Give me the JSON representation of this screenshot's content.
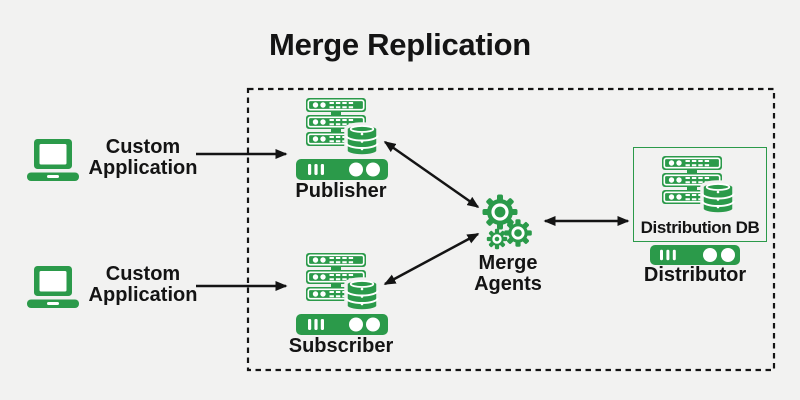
{
  "title": "Merge Replication",
  "colors": {
    "background": "#f2f2f1",
    "accent_green": "#2b9a4a",
    "ink": "#141414"
  },
  "boundary": {
    "name": "replication-boundary",
    "style": "dashed-rectangle"
  },
  "nodes": {
    "custom_application_top": {
      "label": "Custom Application",
      "icon": "laptop-icon"
    },
    "custom_application_bottom": {
      "label": "Custom Application",
      "icon": "laptop-icon"
    },
    "publisher": {
      "label": "Publisher",
      "icon": "server-stack-database-icon"
    },
    "subscriber": {
      "label": "Subscriber",
      "icon": "server-stack-database-icon"
    },
    "merge_agents": {
      "label": "Merge Agents",
      "icon": "gears-icon"
    },
    "distribution_db": {
      "label": "Distribution DB",
      "icon": "server-stack-database-icon"
    },
    "distributor": {
      "label": "Distributor",
      "icon": "server-rack-icon"
    }
  },
  "connections": [
    {
      "from": "Custom Application",
      "to": "Publisher",
      "arrows": "one-way"
    },
    {
      "from": "Custom Application",
      "to": "Subscriber",
      "arrows": "one-way"
    },
    {
      "from": "Publisher",
      "to": "Merge Agents",
      "arrows": "two-way"
    },
    {
      "from": "Subscriber",
      "to": "Merge Agents",
      "arrows": "two-way"
    },
    {
      "from": "Merge Agents",
      "to": "Distribution DB",
      "arrows": "two-way"
    }
  ]
}
